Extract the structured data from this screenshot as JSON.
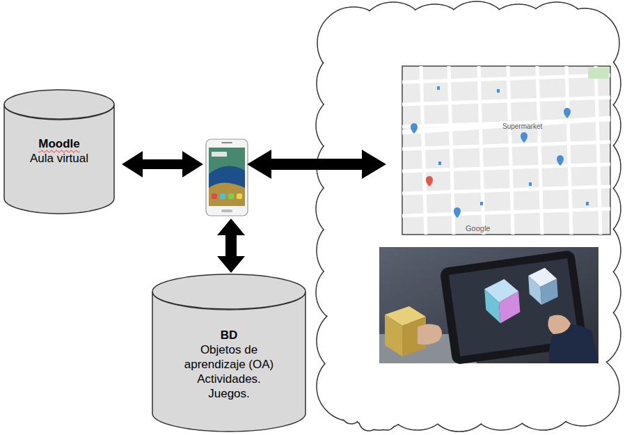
{
  "diagram": {
    "nodes": [
      {
        "text": [
          "Moodle",
          "Aula virtual"
        ]
      },
      {
        "text": [
          "BD",
          "Objetos de aprendizaje (OA)",
          "Actividades. Juegos."
        ]
      }
    ],
    "labels": [
      "Supermarket",
      "Google"
    ]
  }
}
